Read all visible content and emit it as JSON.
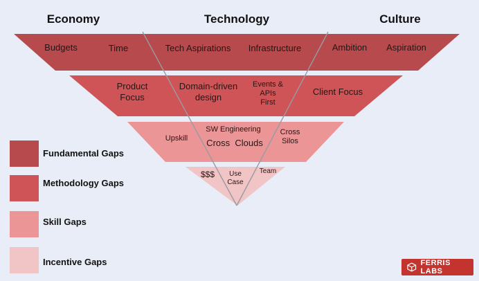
{
  "columns": {
    "economy": "Economy",
    "technology": "Technology",
    "culture": "Culture"
  },
  "colors": {
    "fundamental": "#b64a4c",
    "methodology": "#cf5457",
    "skill": "#eb9596",
    "incentive": "#f1c4c5",
    "background": "#e8edf7",
    "brand": "#c3342f"
  },
  "tiers": {
    "fundamental": {
      "budgets": "Budgets",
      "time": "Time",
      "tech_aspirations": "Tech Aspirations",
      "infrastructure": "Infrastructure",
      "ambition": "Ambition",
      "aspiration": "Aspiration"
    },
    "methodology": {
      "product_focus_1": "Product",
      "product_focus_2": "Focus",
      "domain_driven_1": "Domain-driven",
      "domain_driven_2": "design",
      "events_1": "Events &",
      "events_2": "APIs",
      "events_3": "First",
      "client_focus": "Client Focus"
    },
    "skill": {
      "upskill": "Upskill",
      "sw_engineering": "SW Engineering",
      "cross_clouds": "Cross  Clouds",
      "cross_silos_1": "Cross",
      "cross_silos_2": "Silos"
    },
    "incentive": {
      "money": "$$$",
      "use_case_1": "Use",
      "use_case_2": "Case",
      "team": "Team"
    }
  },
  "legend": {
    "fundamental": "Fundamental Gaps",
    "methodology": "Methodology Gaps",
    "skill": "Skill Gaps",
    "incentive": "Incentive Gaps"
  },
  "brand": {
    "name": "FERRIS LABS"
  }
}
